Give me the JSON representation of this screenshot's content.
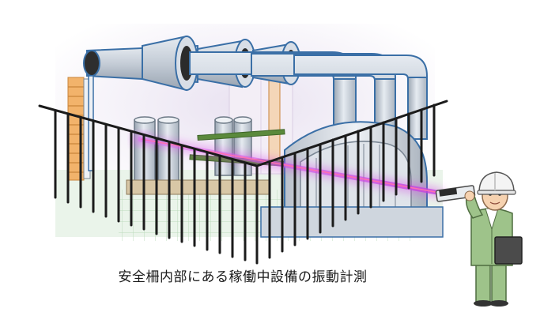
{
  "caption": "安全柵内部にある稼働中設備の振動計測",
  "icons": {
    "scene": "industrial-equipment-illustration",
    "fence": "safety-fence",
    "worker": "worker-with-helmet",
    "meter": "laser-vibration-meter",
    "beam": "laser-beam"
  },
  "colors": {
    "pipe": "#c9d2dd",
    "pipe_outline": "#3a6fa6",
    "floor": "#e3f2e3",
    "fence": "#1b1b1b",
    "laser": "#d640e6",
    "helmet": "#f4f4f4",
    "uniform": "#9ec38a"
  }
}
